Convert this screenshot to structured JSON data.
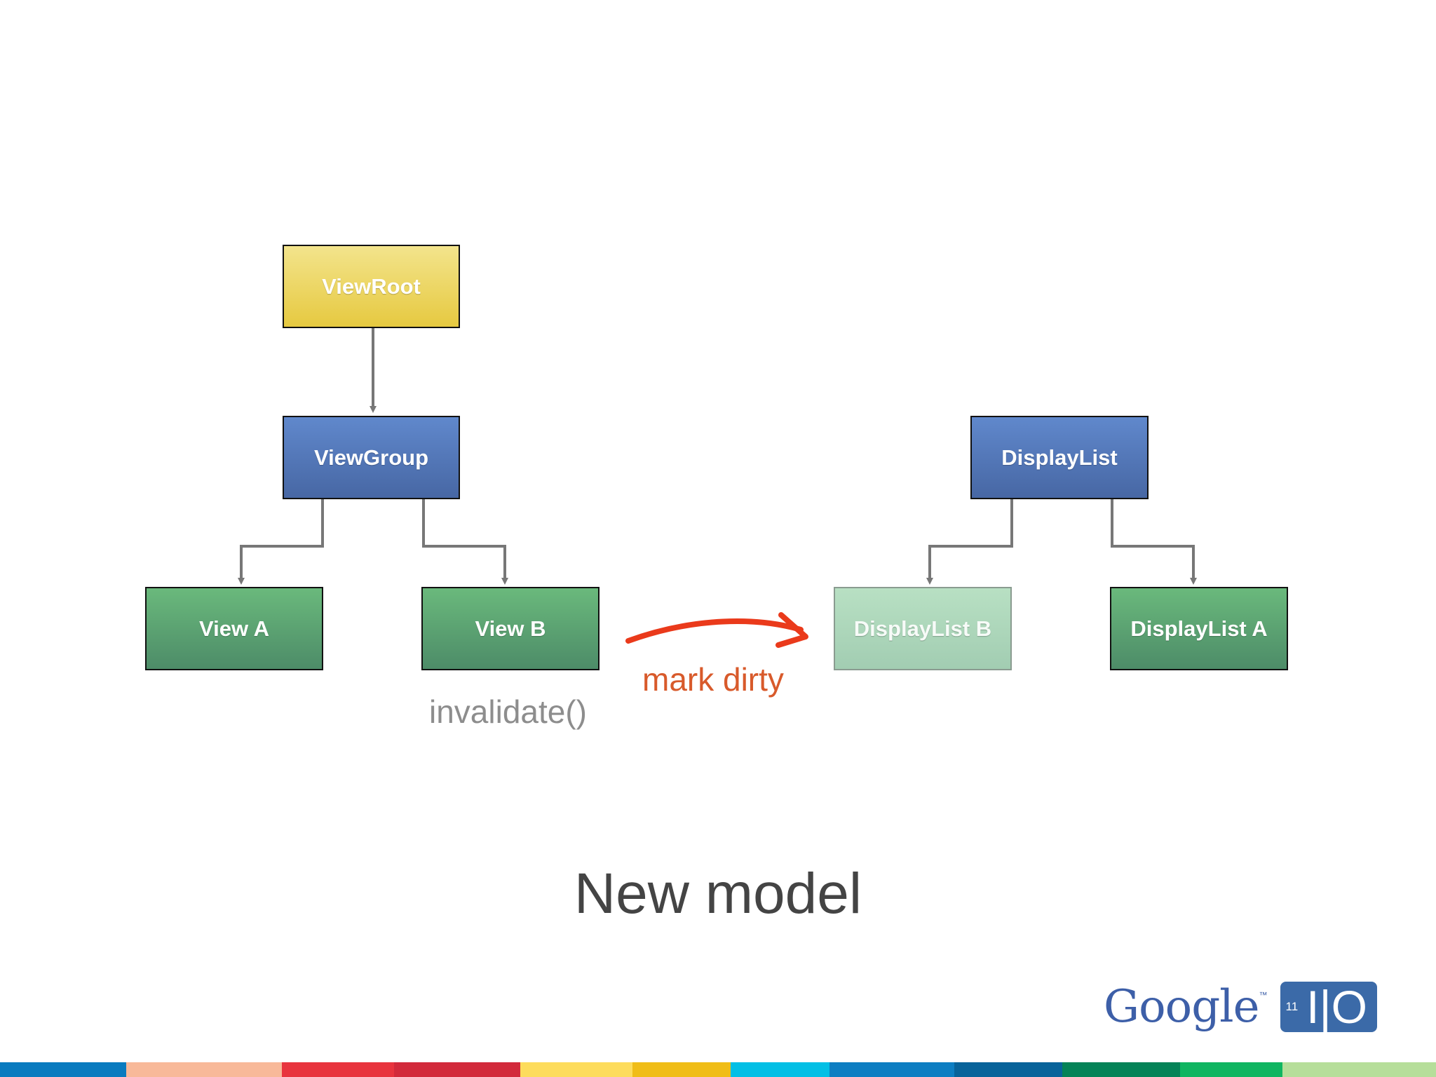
{
  "nodes": {
    "viewroot": "ViewRoot",
    "viewgroup": "ViewGroup",
    "view_a": "View A",
    "view_b": "View B",
    "displaylist": "DisplayList",
    "displaylist_b": "DisplayList B",
    "displaylist_a": "DisplayList A"
  },
  "annotations": {
    "invalidate": "invalidate()",
    "mark_dirty": "mark dirty"
  },
  "title": "New model",
  "logo": {
    "brand": "Google",
    "trademark": "™",
    "badge_number": "11",
    "badge_text": "I|O"
  },
  "colors": {
    "viewroot": "#e6c940",
    "view_nodes": "#4767a4",
    "leaf_nodes": "#4d8c68",
    "dirty_node": "#a2cdb2",
    "arrow": "#ea3a1b",
    "annotation_red": "#d85a2b",
    "connector": "#777777"
  },
  "bottom_bar_colors": [
    "#0a7bbf",
    "#f8b999",
    "#e8343e",
    "#d22a3b",
    "#fddc5c",
    "#f0bd17",
    "#03bfe5",
    "#0d7ec2",
    "#08639a",
    "#048357",
    "#10b561",
    "#b6de9a"
  ]
}
